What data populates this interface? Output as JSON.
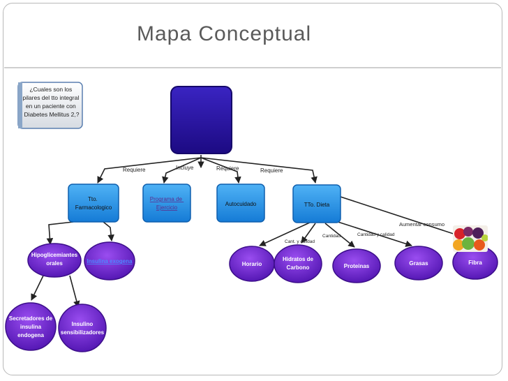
{
  "slide": {
    "title": "Mapa Conceptual"
  },
  "question_box": {
    "lines": [
      "¿Cuales son los",
      "pilares del tto integral",
      "en un paciente con",
      "Diabetes Mellitus 2,?"
    ]
  },
  "root_node": {
    "lines": [
      "",
      "",
      ""
    ]
  },
  "links_level1": {
    "requiere_1": "Requiere",
    "incluye": "Incluye",
    "requiere_2": "Requiere",
    "requiere_3": "Requiere"
  },
  "level1": {
    "farmacologico": [
      "Tto.",
      "Farmacologico"
    ],
    "ejercicio": [
      "Programa de",
      "Ejercicio"
    ],
    "autocuidado": "Autocuidado",
    "dieta": "TTo. Dieta"
  },
  "links_dieta": {
    "cant_calidad": "Cant. y calidad",
    "cantidad": "Cantidad",
    "cantidad_calidad": "Cantidad y calidad",
    "aumentar": "Aumentar consumo"
  },
  "level2": {
    "hipoglicemiantes": [
      "Hipoglicemiantes",
      "orales"
    ],
    "insulina": "Insulina exogena",
    "horario": "Horario",
    "hidratos": [
      "Hidratos de",
      "Carbono"
    ],
    "proteinas": "Proteinas",
    "grasas": "Grasas",
    "fibra": "Fibra"
  },
  "level3": {
    "secretadores": [
      "Secretadores de",
      "insulina",
      "endogena"
    ],
    "sensibilizadores": [
      "Insulino",
      "sensibilizadores"
    ]
  },
  "colors": {
    "box_blue": "#1e8ee6",
    "root_navy": "#2a12a0",
    "purple": "#6a1fc8",
    "question_gray": "#dfe4ea",
    "link_text": "#8e1f1f"
  }
}
